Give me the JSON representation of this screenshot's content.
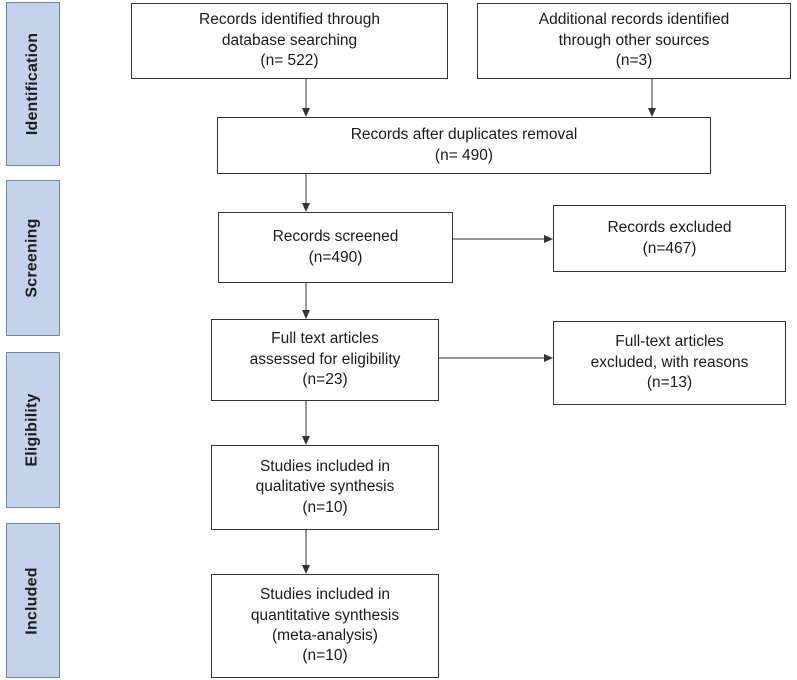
{
  "stages": {
    "identification": "Identification",
    "screening": "Screening",
    "eligibility": "Eligibility",
    "included": "Included"
  },
  "boxes": {
    "database_records": {
      "lines": [
        "Records identified through",
        "database searching",
        "(n= 522)"
      ]
    },
    "other_sources": {
      "lines": [
        "Additional records identified",
        "through other sources",
        "(n=3)"
      ]
    },
    "after_duplicates": {
      "lines": [
        "Records after duplicates removal",
        "(n= 490)"
      ]
    },
    "screened": {
      "lines": [
        "Records screened",
        "(n=490)"
      ]
    },
    "excluded": {
      "lines": [
        "Records excluded",
        "(n=467)"
      ]
    },
    "fulltext_assessed": {
      "lines": [
        "Full text articles",
        "assessed for eligibility",
        "(n=23)"
      ]
    },
    "fulltext_excluded": {
      "lines": [
        "Full-text articles",
        "excluded, with reasons",
        "(n=13)"
      ]
    },
    "qualitative": {
      "lines": [
        "Studies included in",
        "qualitative synthesis",
        "(n=10)"
      ]
    },
    "quantitative": {
      "lines": [
        "Studies included in",
        "quantitative synthesis",
        "(meta-analysis)",
        "(n=10)"
      ]
    }
  }
}
